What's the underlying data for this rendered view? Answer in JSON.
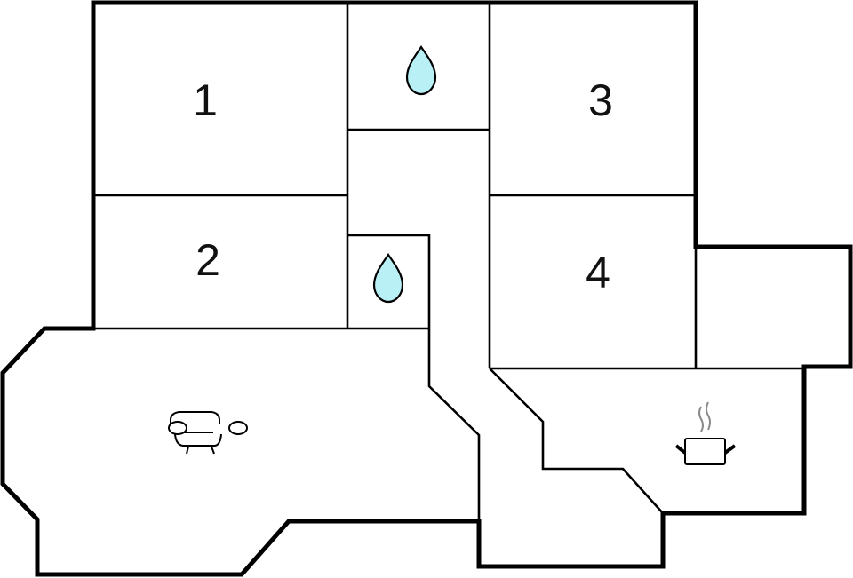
{
  "diagram": {
    "type": "floor-plan",
    "colors": {
      "wall": "#000000",
      "background": "#ffffff",
      "water_drop_fill": "#b8f0f5",
      "steam": "#8a8a8a"
    },
    "rooms": [
      {
        "id": "bedroom-1",
        "label": "1",
        "type": "bedroom"
      },
      {
        "id": "bedroom-2",
        "label": "2",
        "type": "bedroom"
      },
      {
        "id": "bedroom-3",
        "label": "3",
        "type": "bedroom"
      },
      {
        "id": "bedroom-4",
        "label": "4",
        "type": "bedroom"
      },
      {
        "id": "bathroom-1",
        "label": "",
        "type": "bathroom",
        "icon": "water-drop-icon"
      },
      {
        "id": "bathroom-2",
        "label": "",
        "type": "bathroom",
        "icon": "water-drop-icon"
      },
      {
        "id": "living-room",
        "label": "",
        "type": "living room",
        "icon": "armchair-icon"
      },
      {
        "id": "kitchen",
        "label": "",
        "type": "kitchen",
        "icon": "cooking-pot-icon"
      },
      {
        "id": "hallway",
        "label": "",
        "type": "hallway"
      },
      {
        "id": "storage",
        "label": "",
        "type": "room"
      }
    ]
  }
}
